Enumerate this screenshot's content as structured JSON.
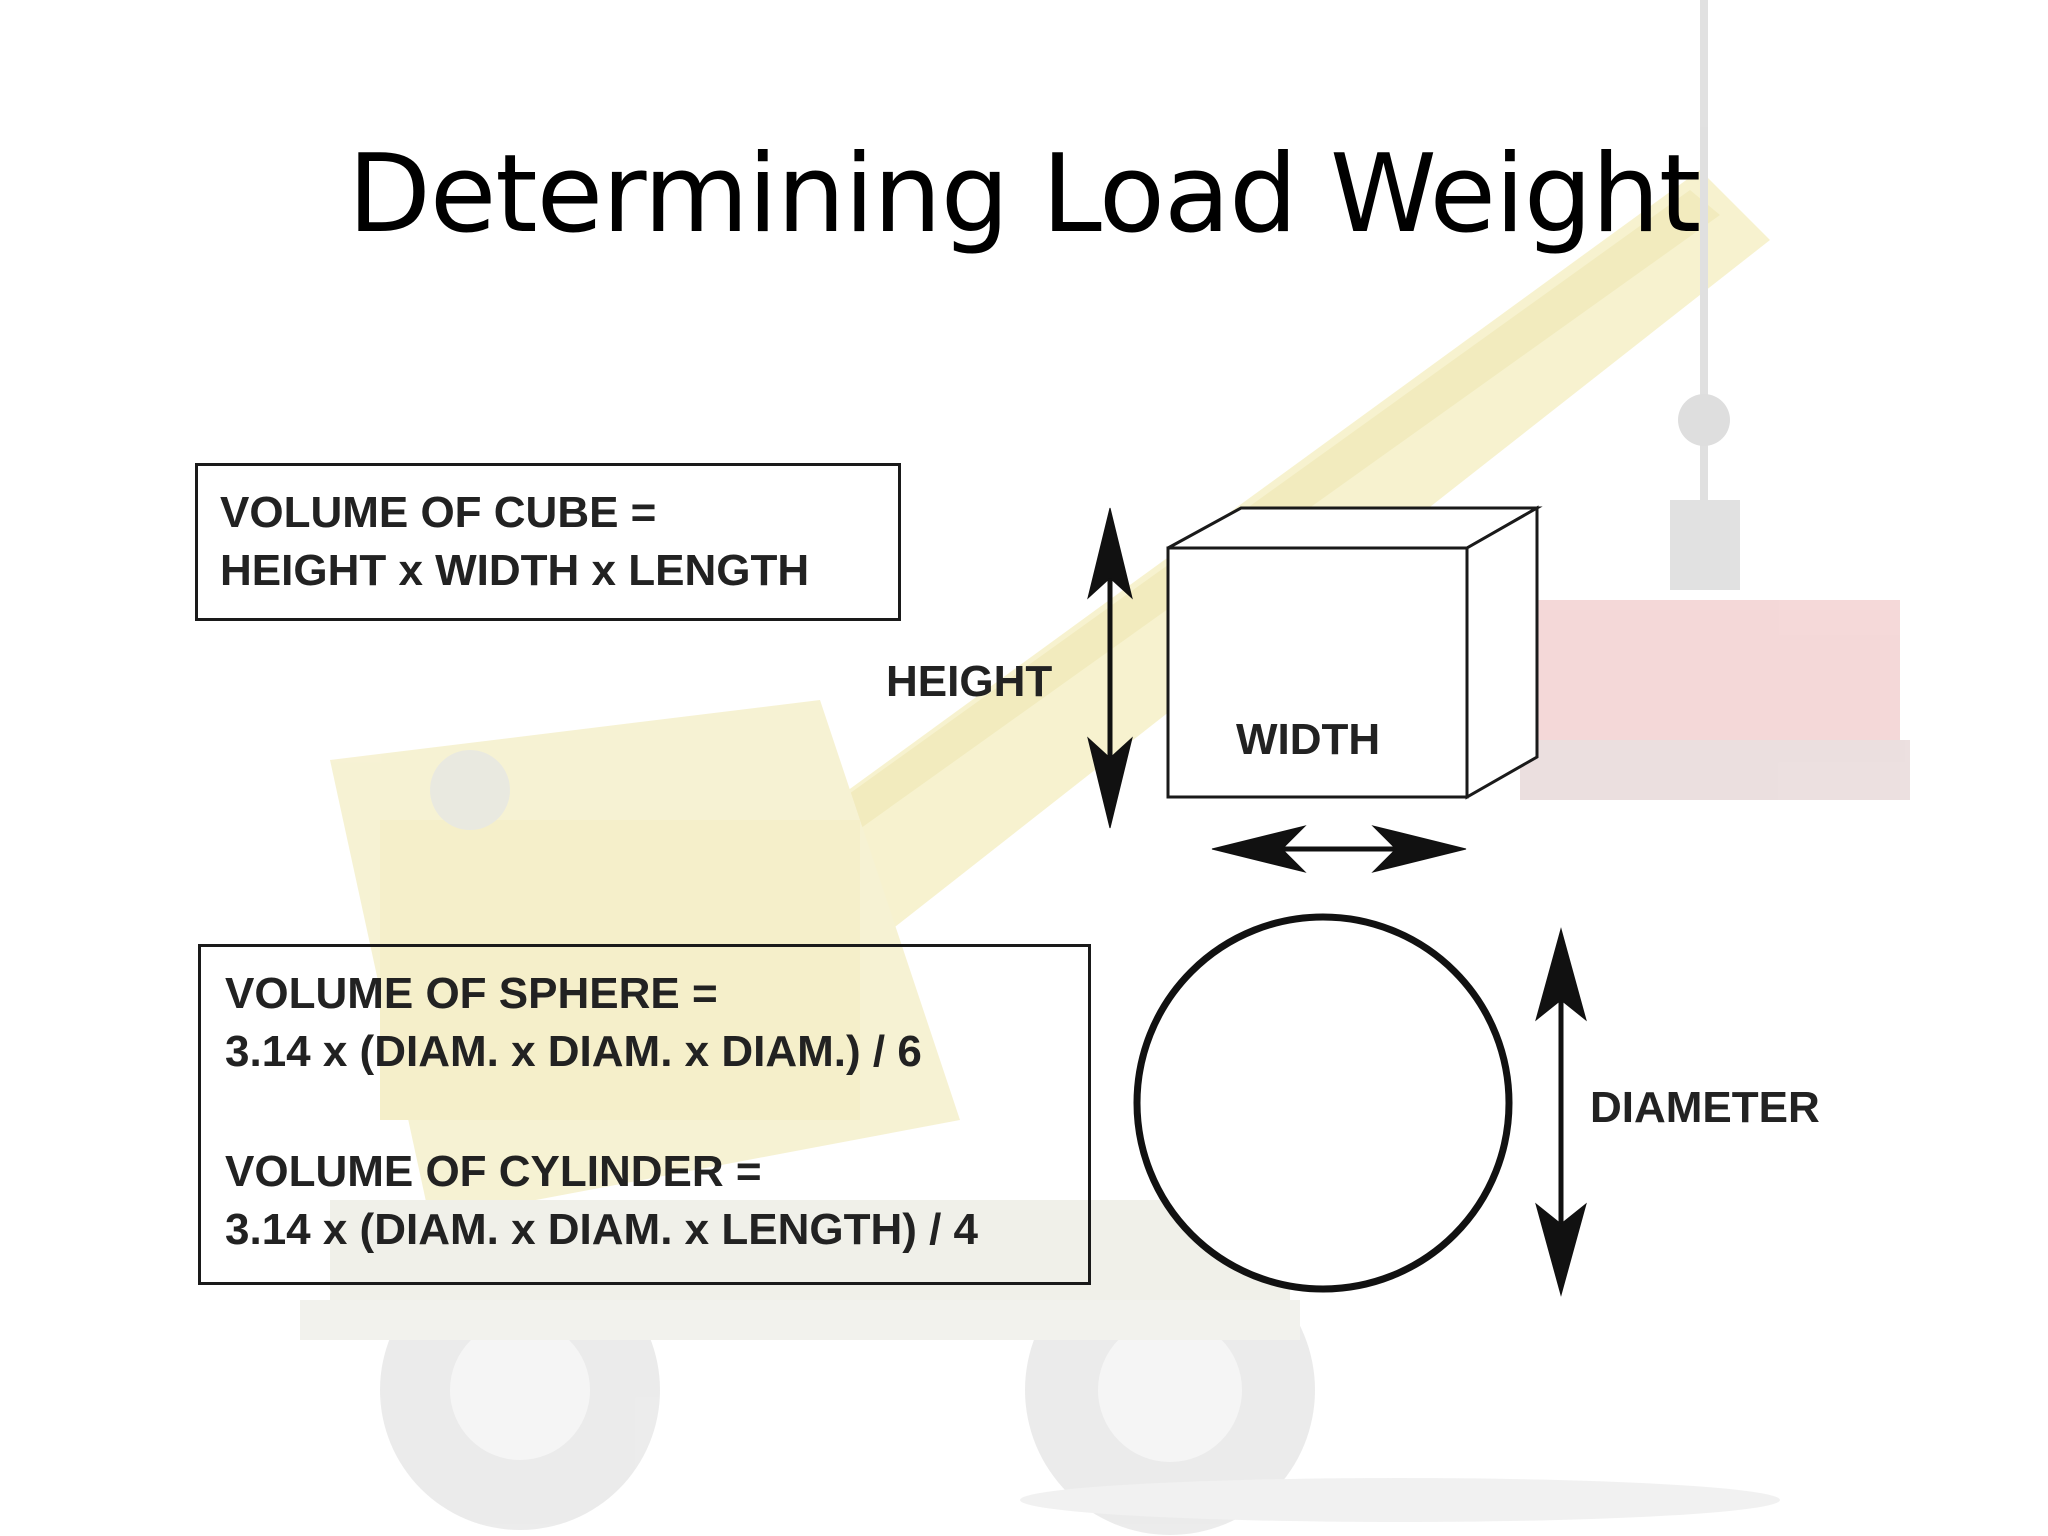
{
  "slide": {
    "title": "Determining Load Weight"
  },
  "cube_formula": {
    "line1": "VOLUME OF CUBE =",
    "line2": "HEIGHT x WIDTH x LENGTH"
  },
  "sphere_formula": {
    "line1": "VOLUME OF SPHERE =",
    "line2": "3.14 x (DIAM. x DIAM. x DIAM.) / 6"
  },
  "cylinder_formula": {
    "line1": "VOLUME OF CYLINDER =",
    "line2": "3.14 x (DIAM. x DIAM. x LENGTH) / 4"
  },
  "diagram_labels": {
    "height": "HEIGHT",
    "width": "WIDTH",
    "diameter": "DIAMETER"
  },
  "colors": {
    "crane_yellow": "#efe6a6",
    "load_red": "#e9b4b4",
    "ink": "#1a1a1a"
  }
}
